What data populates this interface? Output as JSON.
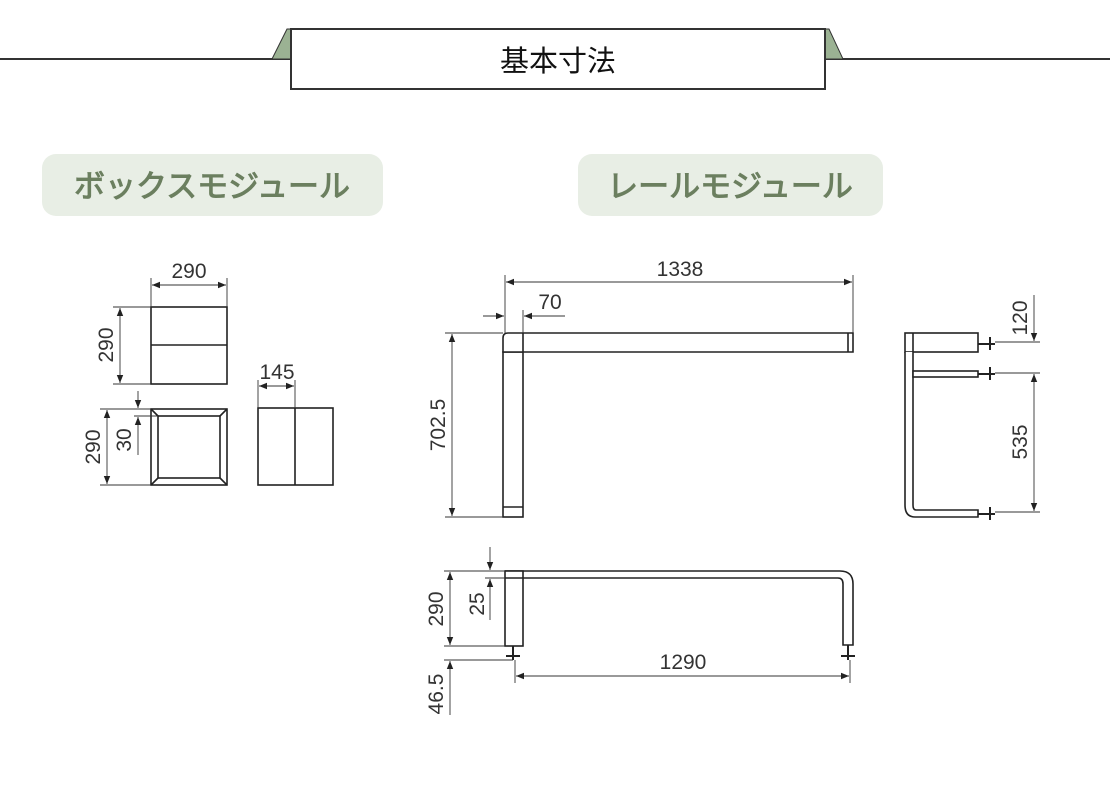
{
  "header": {
    "title": "基本寸法"
  },
  "sections": {
    "box": {
      "label": "ボックスモジュール"
    },
    "rail": {
      "label": "レールモジュール"
    }
  },
  "box_dims": {
    "width": "290",
    "height": "290",
    "depth": "290",
    "frame": "30",
    "half_width": "145"
  },
  "rail_dims": {
    "length": "1338",
    "post_width": "70",
    "depth": "702.5",
    "height_top": "120",
    "height_mid": "535",
    "front_height": "290",
    "top_thickness": "25",
    "bolt": "46.5",
    "span": "1290"
  },
  "colors": {
    "accent": "#9bb293",
    "pill_bg": "#e8eee5",
    "pill_text": "#6b7f5f"
  }
}
